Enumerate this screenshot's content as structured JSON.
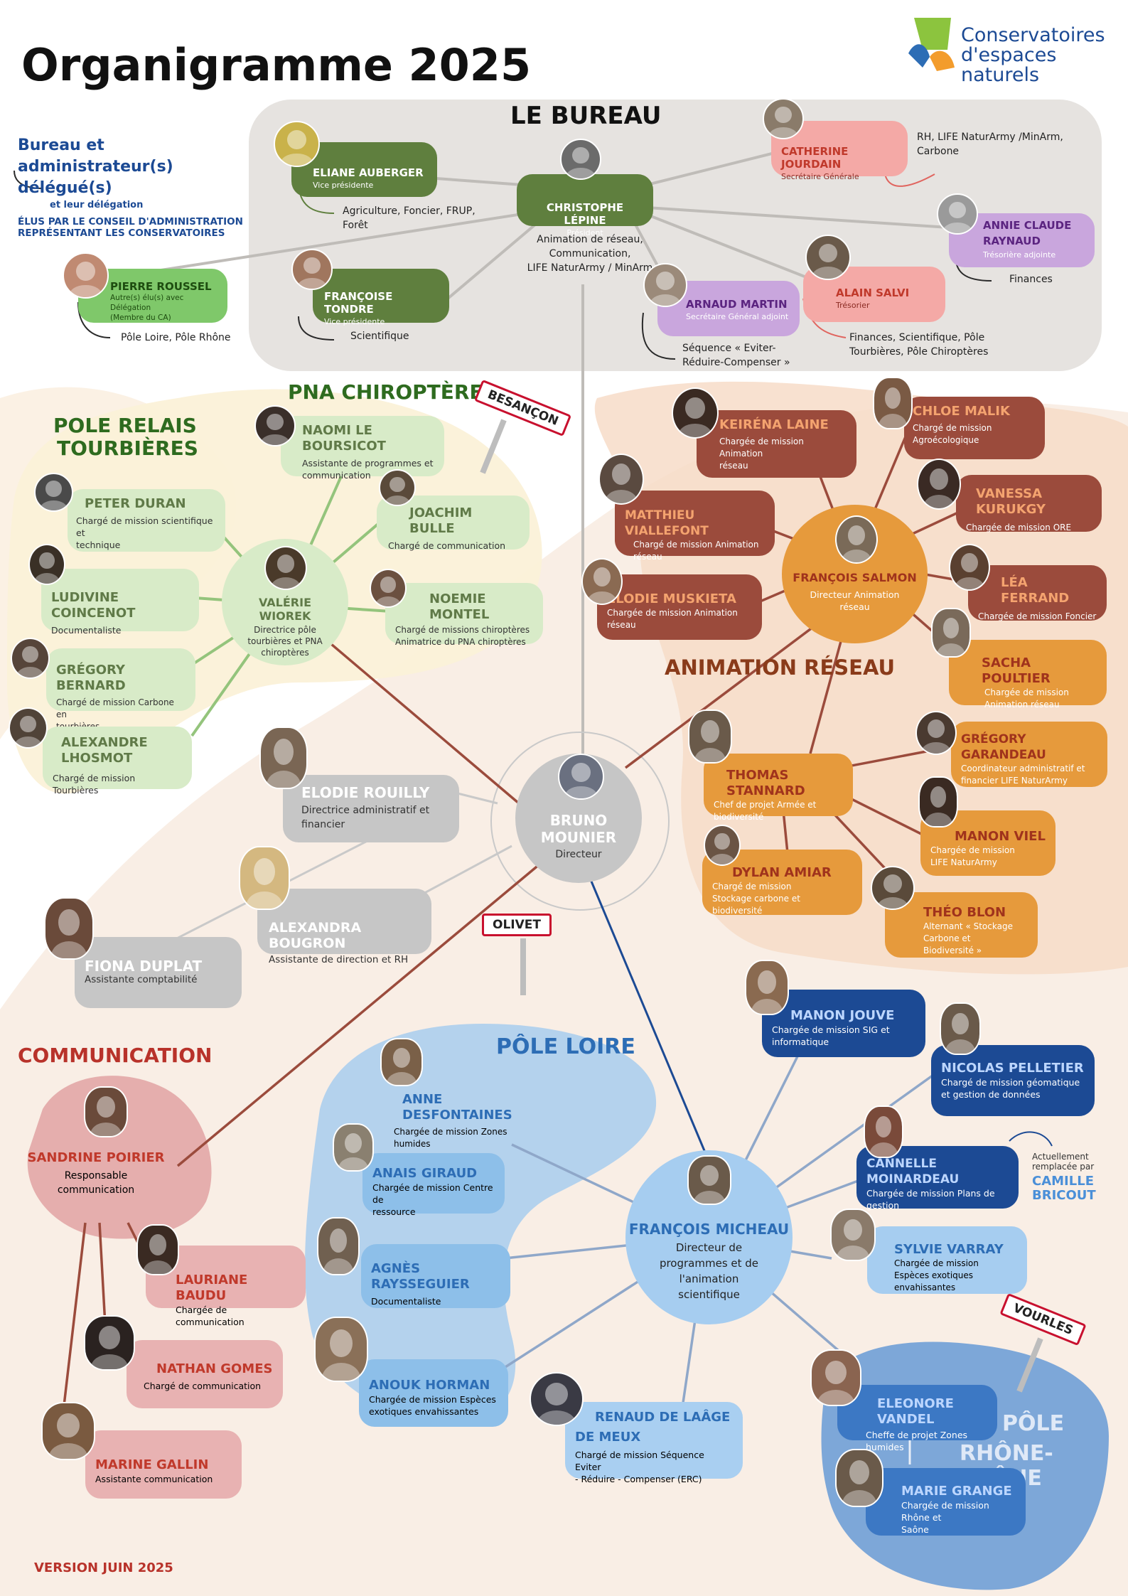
{
  "title": "Organigramme 2025",
  "logo": {
    "line1": "Conservatoires",
    "line2": "d'espaces",
    "line3": "naturels"
  },
  "version": "VERSION JUIN 2025",
  "legend": {
    "line1": "Bureau et administrateur(s)",
    "line2": "délégué(s)",
    "line3": "et leur délégation",
    "line4": "ÉLUS PAR LE CONSEIL D'ADMINISTRATION",
    "line5": "REPRÉSENTANT LES CONSERVATOIRES"
  },
  "sections": {
    "bureau": "LE BUREAU",
    "pna": "PNA CHIROPTÈRE",
    "tourbieres_1": "POLE RELAIS",
    "tourbieres_2": "TOURBIÈRES",
    "animation": "ANIMATION RÉSEAU",
    "communication": "COMMUNICATION",
    "loire": "PÔLE LOIRE",
    "rhone_1": "PÔLE",
    "rhone_2": "RHÔNE-SAÔNE"
  },
  "signs": {
    "besancon": "BESANÇON",
    "olivet": "OLIVET",
    "vourles": "VOURLES"
  },
  "bureau": {
    "president": {
      "name": "CHRISTOPHE LÉPINE",
      "role": "Président",
      "delegation": [
        "Animation de réseau,",
        "Communication,",
        "LIFE NaturArmy / MinArm"
      ]
    },
    "auberger": {
      "name": "ELIANE AUBERGER",
      "role": "Vice présidente",
      "delegation": [
        "Agriculture, Foncier, FRUP,",
        "Forêt"
      ]
    },
    "tondre": {
      "name": "FRANÇOISE TONDRE",
      "role": "Vice présidente",
      "delegation": [
        "Scientifique"
      ]
    },
    "roussel": {
      "name": "PIERRE ROUSSEL",
      "role": [
        "Autre(s) élu(s) avec Délégation",
        "(Membre du CA)"
      ],
      "delegation": [
        "Pôle Loire, Pôle Rhône"
      ]
    },
    "jourdain": {
      "name": "CATHERINE JOURDAIN",
      "role": "Secrétaire Générale",
      "delegation": [
        "RH, LIFE NaturArmy /MinArm,",
        "Carbone"
      ]
    },
    "raynaud": {
      "name": [
        "ANNIE CLAUDE",
        "RAYNAUD"
      ],
      "role": "Trésorière adjointe",
      "delegation": [
        "Finances"
      ]
    },
    "salvi": {
      "name": "ALAIN SALVI",
      "role": "Trésorier",
      "delegation": [
        "Finances, Scientifique, Pôle",
        "Tourbières, Pôle Chiroptères"
      ]
    },
    "martin": {
      "name": "ARNAUD MARTIN",
      "role": "Secrétaire Général adjoint",
      "delegation": [
        "Séquence « Eviter-",
        "Réduire-Compenser »"
      ]
    }
  },
  "director": {
    "name": [
      "BRUNO",
      "MOUNIER"
    ],
    "role": "Directeur"
  },
  "pna_people": {
    "wiorek": {
      "name": [
        "VALÉRIE",
        "WIOREK"
      ],
      "role": [
        "Directrice pôle",
        "tourbières et PNA",
        "chiroptères"
      ]
    },
    "boursicot": {
      "name": "NAOMI LE BOURSICOT",
      "role": [
        "Assistante de programmes et",
        "communication"
      ]
    },
    "bulle": {
      "name": "JOACHIM BULLE",
      "role": [
        "Chargé de communication"
      ]
    },
    "montel": {
      "name": "NOEMIE MONTEL",
      "role": [
        "Chargé de missions chiroptères",
        "Animatrice du PNA chiroptères"
      ]
    },
    "duran": {
      "name": "PETER DURAN",
      "role": [
        "Chargé de mission scientifique et",
        "technique"
      ]
    },
    "coincenot": {
      "name": "LUDIVINE COINCENOT",
      "role": [
        "Documentaliste"
      ]
    },
    "bernard": {
      "name": "GRÉGORY BERNARD",
      "role": [
        "Chargé de mission Carbone en",
        "tourbières"
      ]
    },
    "lhosmot": {
      "name": "ALEXANDRE LHOSMOT",
      "role": [
        "Chargé de mission Tourbières"
      ]
    }
  },
  "admin_people": {
    "rouilly": {
      "name": "ELODIE ROUILLY",
      "role": [
        "Directrice administratif et",
        "financier"
      ]
    },
    "bougron": {
      "name": "ALEXANDRA BOUGRON",
      "role": [
        "Assistante de direction et RH"
      ]
    },
    "duplat": {
      "name": "FIONA DUPLAT",
      "role": [
        "Assistante comptabilité"
      ]
    }
  },
  "animation_people": {
    "salmon": {
      "name": "FRANÇOIS SALMON",
      "role": [
        "Directeur Animation",
        "réseau"
      ]
    },
    "laine": {
      "name": "KEIRÉNA LAINE",
      "role": [
        "Chargée de mission Animation",
        "réseau"
      ]
    },
    "vialle": {
      "name": "MATTHIEU VIALLEFONT",
      "role": [
        "Chargé de mission Animation",
        "réseau"
      ]
    },
    "muskieta": {
      "name": "ELODIE MUSKIETA",
      "role": [
        "Chargée de mission Animation",
        "réseau"
      ]
    },
    "malik": {
      "name": "CHLOE MALIK",
      "role": [
        "Chargé de mission",
        "Agroécologique"
      ]
    },
    "kurukgy": {
      "name": "VANESSA KURUKGY",
      "role": [
        "Chargée de mission ORE"
      ]
    },
    "ferrand": {
      "name": "LÉA FERRAND",
      "role": [
        "Chargée de mission Foncier"
      ]
    },
    "poultier": {
      "name": "SACHA POULTIER",
      "role": [
        "Chargée de mission",
        "Animation réseau"
      ]
    },
    "stannard": {
      "name": "THOMAS STANNARD",
      "role": [
        "Chef de projet Armée et",
        "biodiversité"
      ]
    },
    "garandeau": {
      "name": "GRÉGORY GARANDEAU",
      "role": [
        "Coordinateur administratif et",
        "financier LIFE NaturArmy"
      ]
    },
    "viel": {
      "name": "MANON VIEL",
      "role": [
        "Chargée de mission",
        "LIFE NaturArmy"
      ]
    },
    "amiar": {
      "name": "DYLAN AMIAR",
      "role": [
        "Chargé de mission",
        "Stockage carbone et biodiversité"
      ]
    },
    "blon": {
      "name": "THÉO BLON",
      "role": [
        "Alternant « Stockage Carbone et",
        "Biodiversité »"
      ]
    }
  },
  "communication_people": {
    "poirier": {
      "name": "SANDRINE POIRIER",
      "role": [
        "Responsable",
        "communication"
      ]
    },
    "baudu": {
      "name": "LAURIANE BAUDU",
      "role": [
        "Chargée de communication"
      ]
    },
    "gomes": {
      "name": "NATHAN GOMES",
      "role": [
        "Chargé de communication"
      ]
    },
    "gallin": {
      "name": "MARINE GALLIN",
      "role": [
        "Assistante communication"
      ]
    }
  },
  "loire_people": {
    "micheau": {
      "name": "FRANÇOIS MICHEAU",
      "role": [
        "Directeur de",
        "programmes et de",
        "l'animation",
        "scientifique"
      ]
    },
    "desfontaines": {
      "name": "ANNE DESFONTAINES",
      "role": [
        "Chargée de mission Zones humides"
      ]
    },
    "giraud": {
      "name": "ANAIS GIRAUD",
      "role": [
        "Chargée de mission Centre de",
        "ressource"
      ]
    },
    "raysseguier": {
      "name": "AGNÈS RAYSSEGUIER",
      "role": [
        "Documentaliste"
      ]
    },
    "horman": {
      "name": "ANOUK HORMAN",
      "role": [
        "Chargée de mission Espèces",
        "exotiques envahissantes"
      ]
    },
    "laage": {
      "name": [
        "RENAUD DE LAÂGE",
        "DE MEUX"
      ],
      "role": [
        "Chargé de mission Séquence Eviter",
        "- Réduire - Compenser (ERC)"
      ]
    },
    "jouve": {
      "name": "MANON JOUVE",
      "role": [
        "Chargée de mission SIG et",
        "informatique"
      ]
    },
    "pelletier": {
      "name": "NICOLAS PELLETIER",
      "role": [
        "Chargé de mission géomatique",
        "et gestion de données"
      ]
    },
    "moinardeau": {
      "name": "CANNELLE MOINARDEAU",
      "role": [
        "Chargée de mission Plans de",
        "gestion"
      ]
    },
    "varray": {
      "name": "SYLVIE VARRAY",
      "role": [
        "Chargée de mission",
        "Espèces exotiques envahissantes"
      ]
    }
  },
  "replacement": {
    "line1": "Actuellement",
    "line2": "remplacée par",
    "name1": "CAMILLE",
    "name2": "BRICOUT"
  },
  "rhone_people": {
    "vandel": {
      "name": "ELEONORE VANDEL",
      "role": [
        "Cheffe de projet Zones humides"
      ]
    },
    "grange": {
      "name": "MARIE GRANGE",
      "role": [
        "Chargée de mission Rhône et",
        "Saône"
      ]
    }
  },
  "colors": {
    "bureau_bg": "#e6e3e0",
    "bureau_green": "#5f7f3e",
    "animation_brown": "#9b4b3c",
    "animation_orange": "#e69a3c",
    "loire_navy": "#1c4a94",
    "loire_light": "#a6cdf0",
    "communication_rose": "#e8b2b2",
    "tourbieres_green": "#7fc86a",
    "title_green": "#3f7f2c",
    "title_red": "#b8322a",
    "sign_red": "#c8102e"
  }
}
